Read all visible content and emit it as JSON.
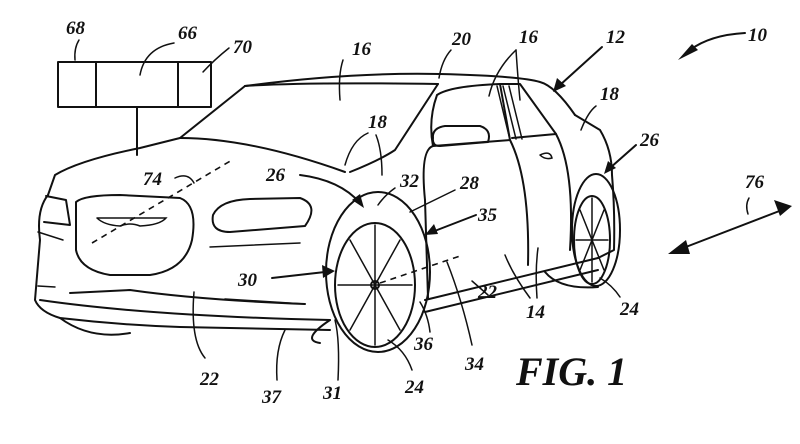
{
  "figure": {
    "title": "FIG. 1",
    "labels": {
      "l10": "10",
      "l12": "12",
      "l14": "14",
      "l16a": "16",
      "l16b": "16",
      "l18a": "18",
      "l18b": "18",
      "l20": "20",
      "l22a": "22",
      "l22b": "22",
      "l24a": "24",
      "l24b": "24",
      "l26a": "26",
      "l26b": "26",
      "l28": "28",
      "l30": "30",
      "l31": "31",
      "l32": "32",
      "l34": "34",
      "l35": "35",
      "l36": "36",
      "l37": "37",
      "l66": "66",
      "l68": "68",
      "l70": "70",
      "l74": "74",
      "l76": "76"
    }
  }
}
